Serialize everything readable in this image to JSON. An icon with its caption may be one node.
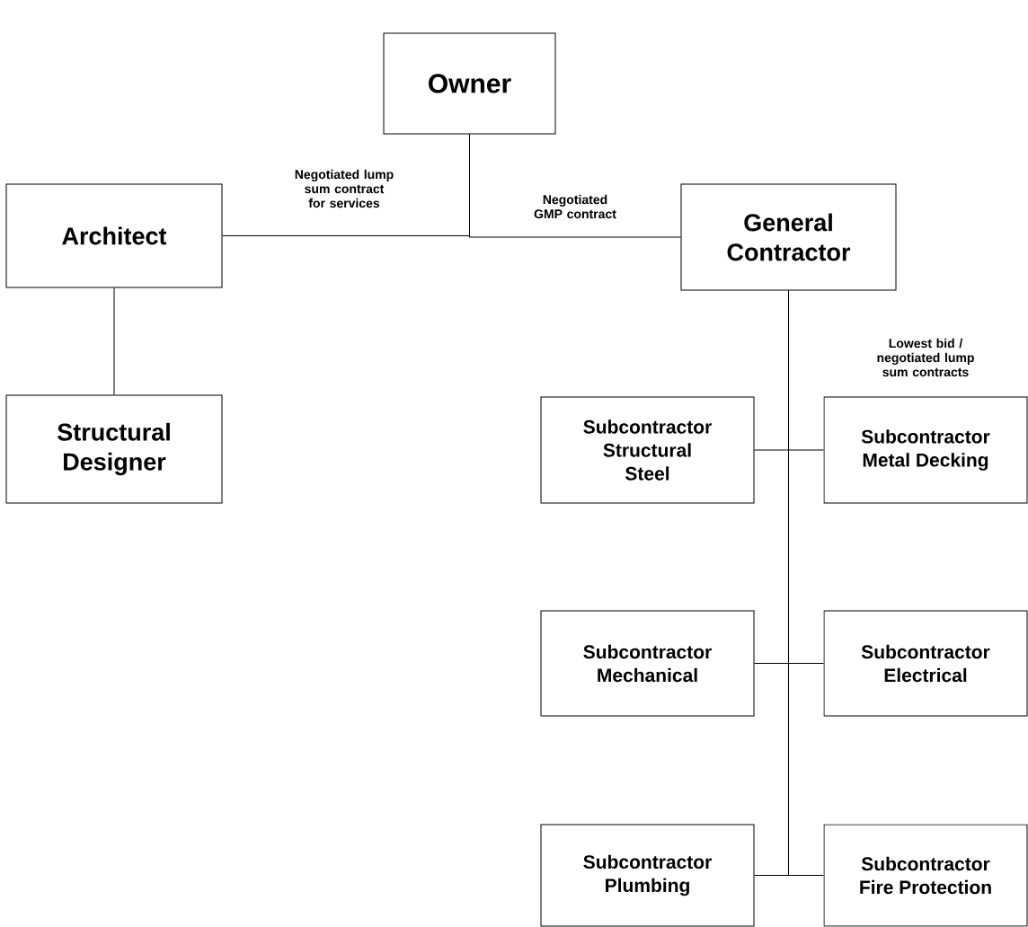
{
  "diagram": {
    "nodes": [
      {
        "text": [
          "Owner"
        ]
      },
      {
        "text": [
          "Architect"
        ]
      },
      {
        "text": [
          "General Contractor"
        ]
      },
      {
        "text": [
          "Structural Designer"
        ]
      },
      {
        "text": [
          "Subcontractor",
          "Structural Steel"
        ]
      },
      {
        "text": [
          "Subcontractor",
          "Metal Decking"
        ]
      },
      {
        "text": [
          "Subcontractor",
          "Mechanical"
        ]
      },
      {
        "text": [
          "Subcontractor",
          "Electrical"
        ]
      },
      {
        "text": [
          "Subcontractor",
          "Plumbing"
        ]
      },
      {
        "text": [
          "Subcontractor",
          "Fire Protection"
        ]
      }
    ],
    "edges": [
      {
        "from": 0,
        "to": 1,
        "arrow": "none",
        "label": "Negotiated lump sum contract for services"
      },
      {
        "from": 0,
        "to": 2,
        "arrow": "none",
        "label": "Negotiated GMP contract"
      },
      {
        "from": 1,
        "to": 3,
        "arrow": "none"
      },
      {
        "from": 2,
        "to": 4,
        "arrow": "none"
      },
      {
        "from": 2,
        "to": 5,
        "arrow": "none"
      },
      {
        "from": 2,
        "to": 6,
        "arrow": "none"
      },
      {
        "from": 2,
        "to": 7,
        "arrow": "none"
      },
      {
        "from": 2,
        "to": 8,
        "arrow": "none"
      },
      {
        "from": 2,
        "to": 9,
        "arrow": "none"
      }
    ],
    "labels": [
      "Lowest bid / negotiated lump sum contracts"
    ]
  }
}
